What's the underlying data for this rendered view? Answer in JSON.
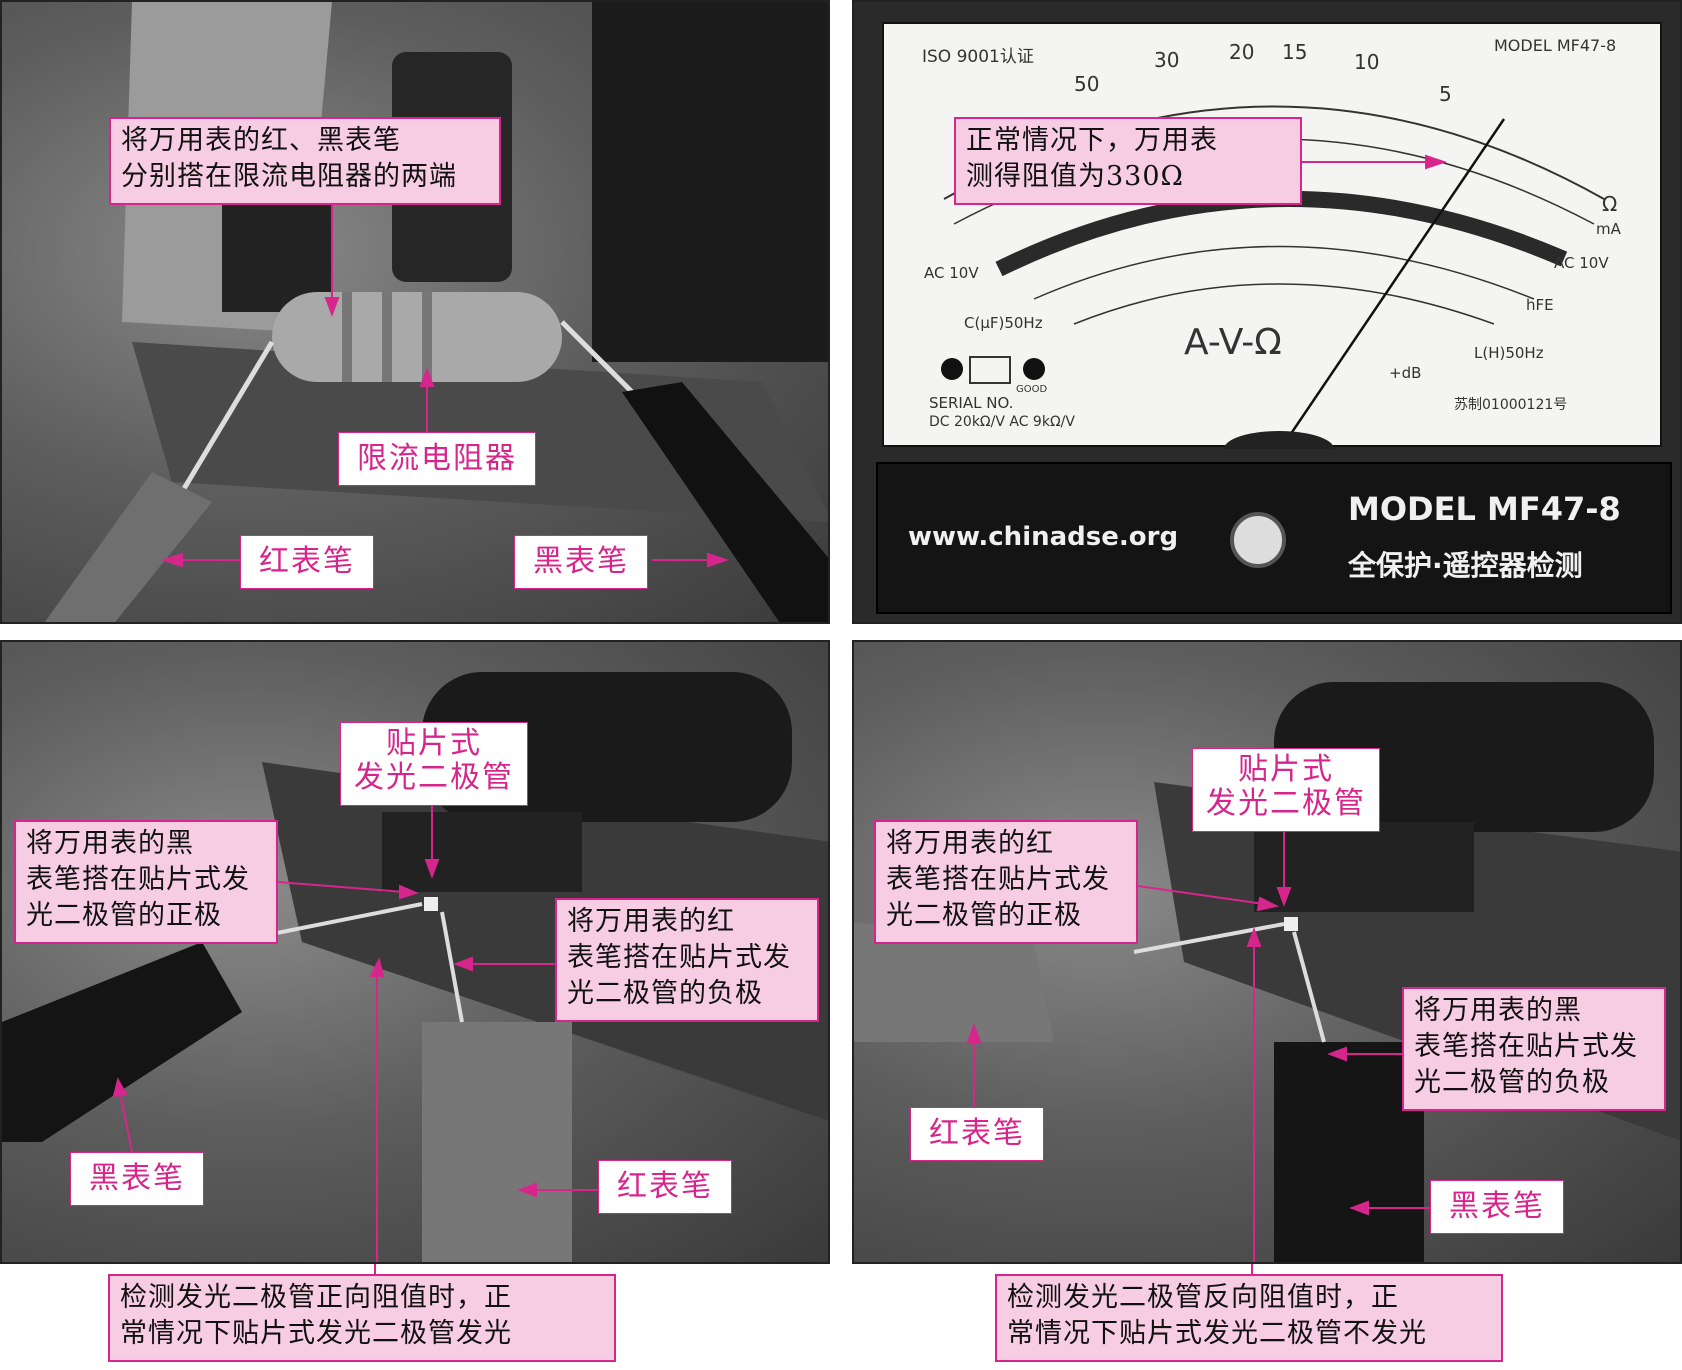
{
  "panel1": {
    "callout": "将万用表的红、黑表笔\n分别搭在限流电阻器的两端",
    "component_label": "限流电阻器",
    "red_probe": "红表笔",
    "black_probe": "黑表笔"
  },
  "panel2": {
    "callout": "正常情况下，万用表\n测得阻值为330Ω",
    "meter": {
      "iso": "ISO 9001认证",
      "model_small": "MODEL  MF47-8",
      "ac_left": "AC 10V",
      "ac_right": "AC 10V",
      "cap": "C(μF)50Hz",
      "ind": "L(H)50Hz",
      "avo": "A-V-Ω",
      "serial": "SERIAL NO.",
      "dc": "DC 20kΩ/V  AC 9kΩ/V",
      "cert": "苏制01000121号",
      "ohm": "Ω",
      "ma": "mA",
      "db": "+dB",
      "hfe": "hFE",
      "good": "GOOD",
      "scale_top": [
        "50",
        "30",
        "20",
        "15",
        "10",
        "5"
      ],
      "url": "www.chinadse.org",
      "model": "MODEL  MF47-8",
      "slogan": "全保护·遥控器检测"
    }
  },
  "panel3": {
    "led_label": "贴片式\n发光二极管",
    "black_callout": "将万用表的黑\n表笔搭在贴片式发\n光二极管的正极",
    "red_callout": "将万用表的红\n表笔搭在贴片式发\n光二极管的负极",
    "black_probe": "黑表笔",
    "red_probe": "红表笔",
    "caption": "检测发光二极管正向阻值时，正\n常情况下贴片式发光二极管发光"
  },
  "panel4": {
    "led_label": "贴片式\n发光二极管",
    "red_callout": "将万用表的红\n表笔搭在贴片式发\n光二极管的正极",
    "black_callout": "将万用表的黑\n表笔搭在贴片式发\n光二极管的负极",
    "red_probe": "红表笔",
    "black_probe": "黑表笔",
    "caption": "检测发光二极管反向阻值时，正\n常情况下贴片式发光二极管不发光"
  },
  "colors": {
    "accent": "#d6268c",
    "callout_bg": "#f7cde3"
  }
}
